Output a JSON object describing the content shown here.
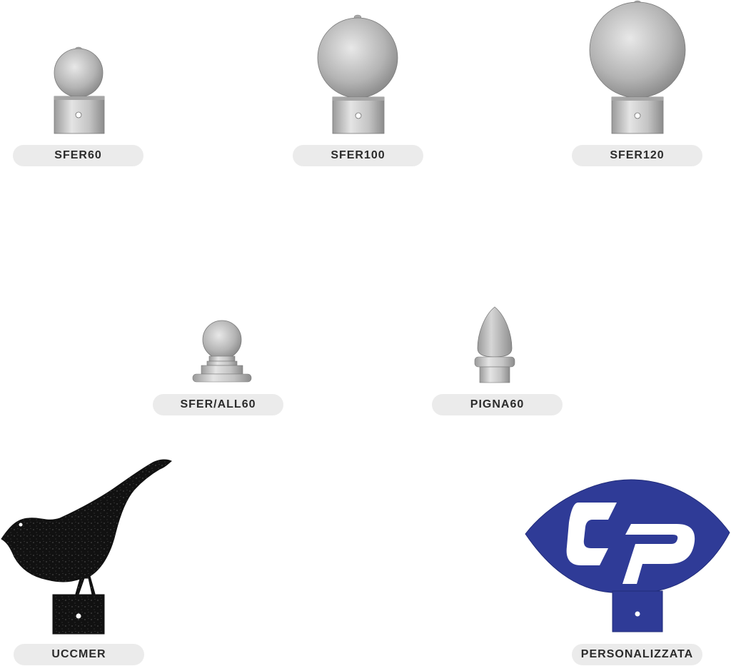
{
  "products": [
    {
      "id": "sfer60",
      "label": "SFER60"
    },
    {
      "id": "sfer100",
      "label": "SFER100"
    },
    {
      "id": "sfer120",
      "label": "SFER120"
    },
    {
      "id": "sfer_all60",
      "label": "SFER/ALL60"
    },
    {
      "id": "pigna60",
      "label": "PIGNA60"
    },
    {
      "id": "uccmer",
      "label": "UCCMER"
    },
    {
      "id": "personalizzata",
      "label": "PERSONALIZZATA"
    }
  ],
  "colors": {
    "metal_light": "#e6e6e6",
    "metal_dark": "#8c8c8c",
    "label_bg": "#ebebeb",
    "label_text": "#2b2b2b",
    "bird": "#111111",
    "logo_blue": "#2f3b97"
  }
}
